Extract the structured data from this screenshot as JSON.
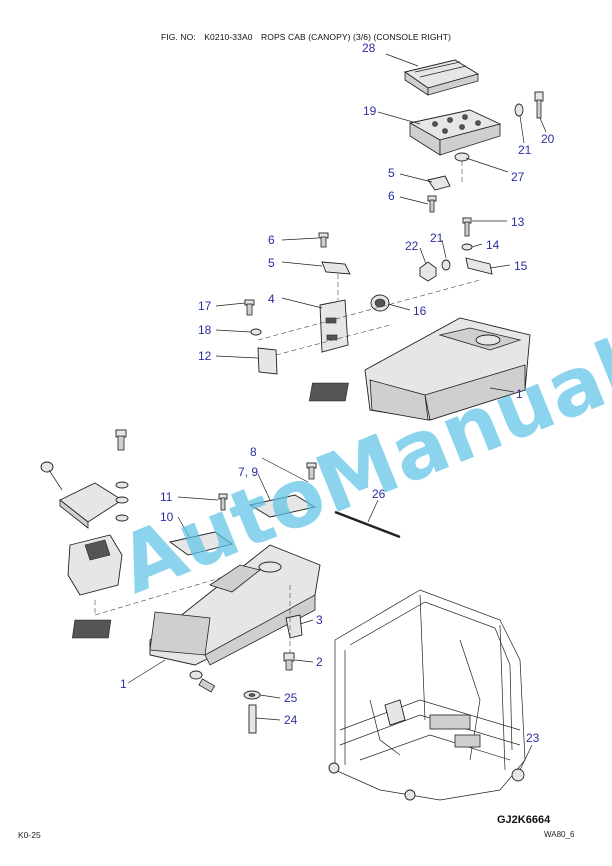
{
  "header": {
    "fig_label": "FIG. NO:",
    "fig_no": "K0210-33A0",
    "title": "ROPS CAB (CANOPY) (3/6) (CONSOLE RIGHT)"
  },
  "watermark": "AutoManual",
  "footer": {
    "page_code": "K0-25",
    "drawing_no": "GJ2K6664",
    "sheet": "WA80_6"
  },
  "callouts": {
    "c28": "28",
    "c19": "19",
    "c20": "20",
    "c21a": "21",
    "c27": "27",
    "c5a": "5",
    "c6a": "6",
    "c13": "13",
    "c22": "22",
    "c21b": "21",
    "c14": "14",
    "c15": "15",
    "c6b": "6",
    "c5b": "5",
    "c4": "4",
    "c16": "16",
    "c17": "17",
    "c18": "18",
    "c12": "12",
    "c1a": "1",
    "c8": "8",
    "c79": "7, 9",
    "c26": "26",
    "c11": "11",
    "c10": "10",
    "c3": "3",
    "c2": "2",
    "c1b": "1",
    "c25": "25",
    "c24": "24",
    "c23": "23"
  },
  "colors": {
    "callout": "#2a2f9e",
    "watermark": "#5cc3e6"
  }
}
